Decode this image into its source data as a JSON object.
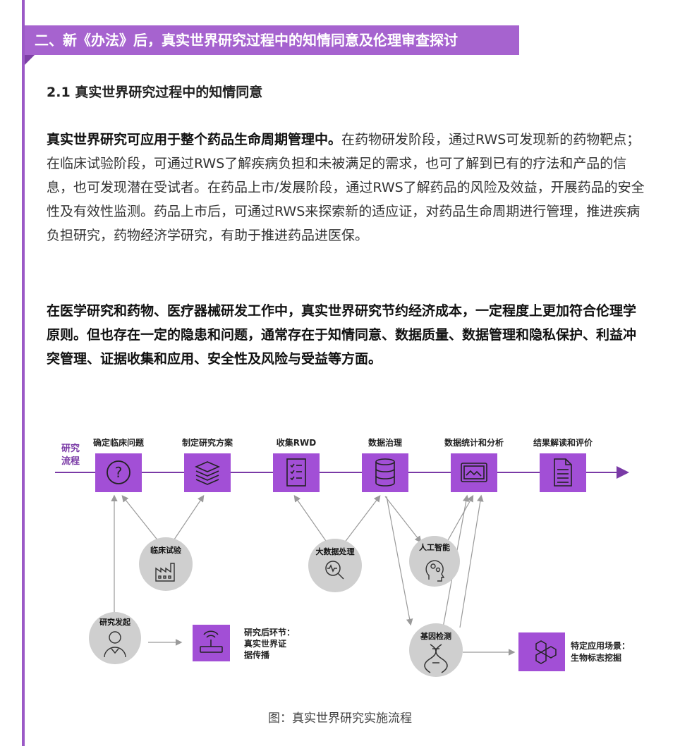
{
  "section_header": "二、新《办法》后，真实世界研究过程中的知情同意及伦理审查探讨",
  "subheading": "2.1 真实世界研究过程中的知情同意",
  "paragraph1": {
    "lead": "真实世界研究可应用于整个药品生命周期管理中。",
    "body": "在药物研发阶段，通过RWS可发现新的药物靶点；在临床试验阶段，可通过RWS了解疾病负担和未被满足的需求，也可了解到已有的疗法和产品的信息，也可发现潜在受试者。在药品上市/发展阶段，通过RWS了解药品的风险及效益，开展药品的安全性及有效性监测。药品上市后，可通过RWS来探索新的适应证，对药品生命周期进行管理，推进疾病负担研究，药物经济学研究，有助于推进药品进医保。"
  },
  "paragraph2": "在医学研究和药物、医疗器械研发工作中，真实世界研究节约经济成本，一定程度上更加符合伦理学原则。但也存在一定的隐患和问题，通常存在于知情同意、数据质量、数据管理和隐私保护、利益冲突管理、证据收集和应用、安全性及风险与受益等方面。",
  "diagram": {
    "process_label_1": "研究",
    "process_label_2": "流程",
    "steps": [
      "确定临床问题",
      "制定研究方案",
      "收集RWD",
      "数据治理",
      "数据统计和分析",
      "结果解读和评价"
    ],
    "circles": {
      "clinical_trial": "临床试验",
      "big_data": "大数据处理",
      "ai": "人工智能",
      "initiate": "研究发起",
      "gene": "基因检测"
    },
    "post_study": [
      "研究后环节：",
      "真实世界证",
      "据传播"
    ],
    "application": [
      "特定应用场景：",
      "生物标志挖掘"
    ],
    "colors": {
      "purple": "#a24fd6",
      "circle": "#cfcfcf",
      "arrow": "#9a9a9a",
      "line": "#7a3aa6"
    }
  },
  "caption": "图：真实世界研究实施流程"
}
